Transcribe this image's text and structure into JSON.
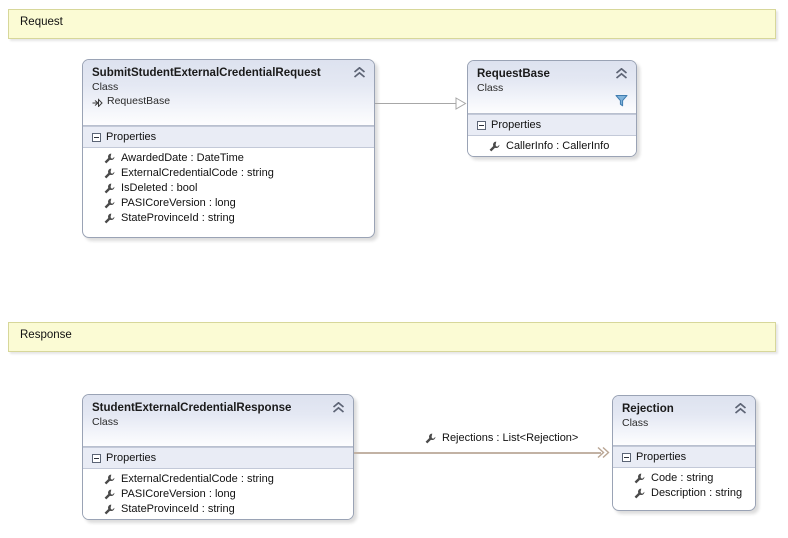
{
  "diagram": {
    "type": "uml-class-diagram",
    "sections": [
      {
        "id": "request",
        "label": "Request"
      },
      {
        "id": "response",
        "label": "Response"
      }
    ],
    "classes": [
      {
        "id": "submit-student-external-credential-request",
        "name": "SubmitStudentExternalCredentialRequest",
        "stereotype": "Class",
        "base_class": "RequestBase",
        "collapse_icon": "chevron-up-icon",
        "compartment": "Properties",
        "members": [
          {
            "icon": "wrench-icon",
            "label": "AwardedDate : DateTime"
          },
          {
            "icon": "wrench-icon",
            "label": "ExternalCredentialCode : string"
          },
          {
            "icon": "wrench-icon",
            "label": "IsDeleted : bool"
          },
          {
            "icon": "wrench-icon",
            "label": "PASICoreVersion : long"
          },
          {
            "icon": "wrench-icon",
            "label": "StateProvinceId : string"
          }
        ]
      },
      {
        "id": "request-base",
        "name": "RequestBase",
        "stereotype": "Class",
        "collapse_icon": "chevron-up-icon",
        "filter_icon": "funnel-icon",
        "compartment": "Properties",
        "members": [
          {
            "icon": "wrench-icon",
            "label": "CallerInfo : CallerInfo"
          }
        ]
      },
      {
        "id": "student-external-credential-response",
        "name": "StudentExternalCredentialResponse",
        "stereotype": "Class",
        "collapse_icon": "chevron-up-icon",
        "compartment": "Properties",
        "members": [
          {
            "icon": "wrench-icon",
            "label": "ExternalCredentialCode : string"
          },
          {
            "icon": "wrench-icon",
            "label": "PASICoreVersion : long"
          },
          {
            "icon": "wrench-icon",
            "label": "StateProvinceId : string"
          }
        ]
      },
      {
        "id": "rejection",
        "name": "Rejection",
        "stereotype": "Class",
        "collapse_icon": "chevron-up-icon",
        "compartment": "Properties",
        "members": [
          {
            "icon": "wrench-icon",
            "label": "Code : string"
          },
          {
            "icon": "wrench-icon",
            "label": "Description : string"
          }
        ]
      }
    ],
    "connectors": [
      {
        "id": "inheritance-request",
        "kind": "inheritance",
        "from": "SubmitStudentExternalCredentialRequest",
        "to": "RequestBase",
        "label": "",
        "color": "#a7a7a7"
      },
      {
        "id": "association-rejections",
        "kind": "association",
        "from": "StudentExternalCredentialResponse",
        "to": "Rejection",
        "label": "Rejections : List<Rejection>",
        "icon": "wrench-icon",
        "color": "#c2b2a4"
      }
    ],
    "colors": {
      "banner_fill": "#fbfbd4",
      "banner_border": "#d7d79a",
      "class_border": "#9aa3b5",
      "header_gradient_top": "#dde2ef",
      "header_gradient_bottom": "#fdfdfe",
      "compartment_band": "#e9ecf5",
      "inheritance_line": "#a7a7a7",
      "association_line": "#c2b2a4",
      "funnel_icon": "#4a86c8",
      "canvas": "#ffffff"
    }
  }
}
